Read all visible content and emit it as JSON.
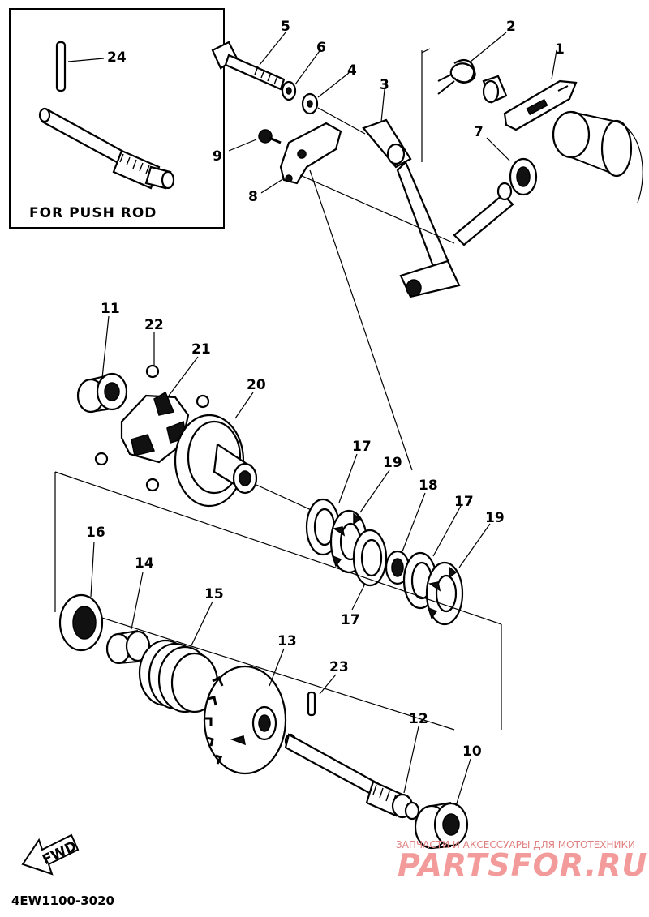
{
  "inset": {
    "caption": "FOR PUSH ROD"
  },
  "diagram_code": "4EW1100-3020",
  "fwd_label": "FWD",
  "watermark": {
    "line1": "ЗАПЧАСТИ И АКСЕССУАРЫ ДЛЯ МОТОТЕХНИКИ",
    "line2": "PARTSFOR.RU"
  },
  "callouts": {
    "n1": "1",
    "n2": "2",
    "n3": "3",
    "n4": "4",
    "n5": "5",
    "n6": "6",
    "n7": "7",
    "n8": "8",
    "n9": "9",
    "n10": "10",
    "n11": "11",
    "n12": "12",
    "n13": "13",
    "n14": "14",
    "n15": "15",
    "n16": "16",
    "n17a": "17",
    "n17b": "17",
    "n17c": "17",
    "n18": "18",
    "n19a": "19",
    "n19b": "19",
    "n20": "20",
    "n21": "21",
    "n22": "22",
    "n23": "23",
    "n24": "24"
  }
}
